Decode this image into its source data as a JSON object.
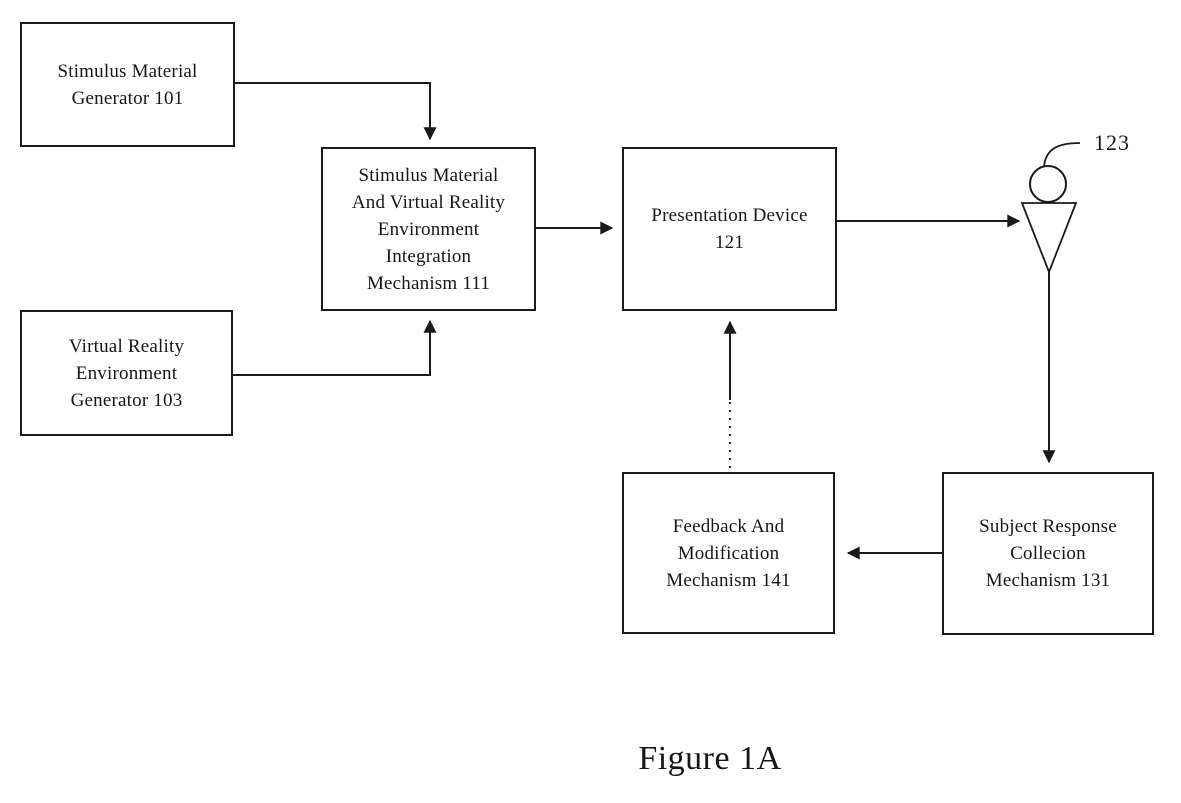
{
  "figure": {
    "caption": "Figure 1A"
  },
  "diagram": {
    "colors": {
      "ink": "#1a1a1a",
      "background": "#ffffff"
    },
    "boxes": [
      {
        "id": "101",
        "label": "Stimulus Material\nGenerator 101"
      },
      {
        "id": "103",
        "label": "Virtual Reality\nEnvironment\nGenerator 103"
      },
      {
        "id": "111",
        "label": "Stimulus Material\nAnd Virtual Reality\nEnvironment\nIntegration\nMechanism 111"
      },
      {
        "id": "121",
        "label": "Presentation Device\n121"
      },
      {
        "id": "131",
        "label": "Subject Response\nCollecion\nMechanism 131"
      },
      {
        "id": "141",
        "label": "Feedback And\nModification\nMechanism 141"
      }
    ],
    "person": {
      "icon": "person-icon",
      "ref_label": "123"
    },
    "connections": [
      {
        "from": "101",
        "to": "111",
        "style": "solid"
      },
      {
        "from": "103",
        "to": "111",
        "style": "solid"
      },
      {
        "from": "111",
        "to": "121",
        "style": "solid"
      },
      {
        "from": "121",
        "to": "123",
        "style": "solid"
      },
      {
        "from": "123",
        "to": "131",
        "style": "solid"
      },
      {
        "from": "131",
        "to": "141",
        "style": "solid"
      },
      {
        "from": "141",
        "to": "121",
        "style": "dashed"
      }
    ]
  }
}
